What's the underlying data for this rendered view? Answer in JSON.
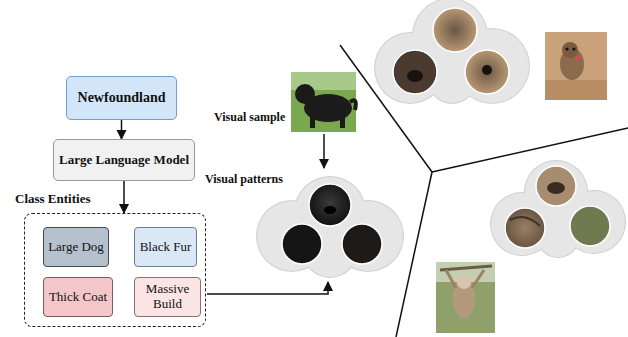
{
  "diagram": {
    "nodes": [
      {
        "text": [
          "Newfoundland"
        ]
      },
      {
        "text": [
          "Large Language Model"
        ]
      },
      {
        "text": [
          "Class Entities"
        ]
      },
      {
        "text": [
          "Large Dog"
        ],
        "in": 2
      },
      {
        "text": [
          "Black Fur"
        ],
        "in": 2
      },
      {
        "text": [
          "Thick Coat"
        ],
        "in": 2
      },
      {
        "text": [
          "Massive Build"
        ],
        "in": 2
      }
    ],
    "edges": [
      {
        "from": 0,
        "to": 1,
        "arrow": "to"
      },
      {
        "from": 1,
        "to": 2,
        "arrow": "to"
      }
    ],
    "labels": [
      "Visual sample",
      "Visual patterns"
    ]
  }
}
